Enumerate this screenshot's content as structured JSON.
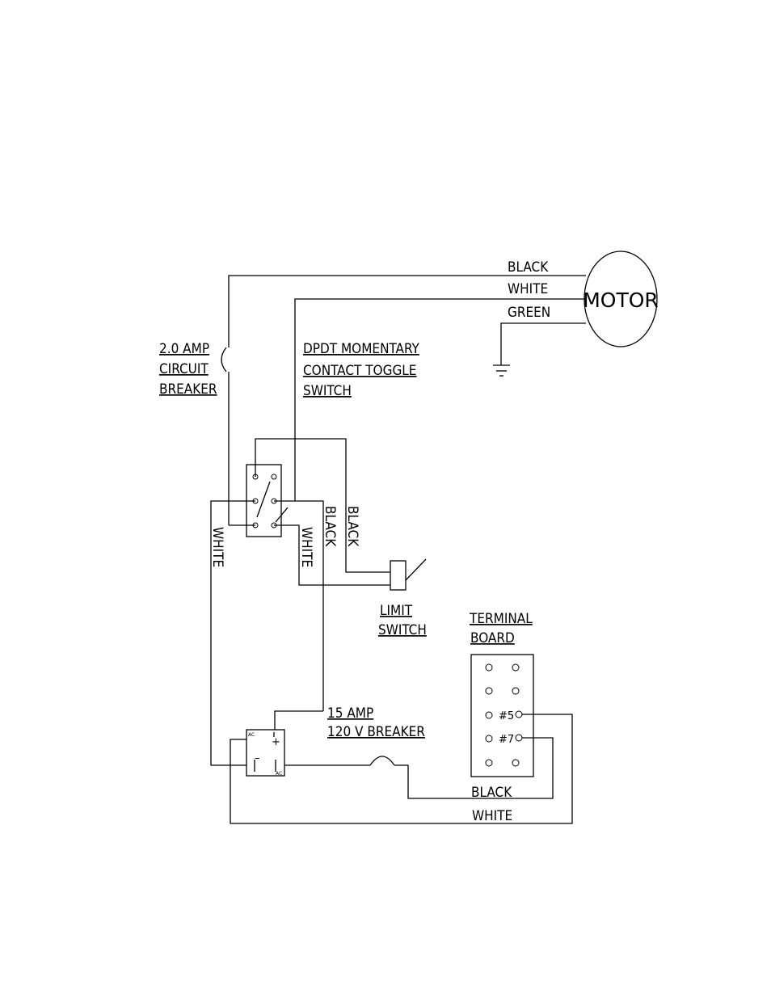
{
  "wires_top": {
    "black": "BLACK",
    "white": "WHITE",
    "green": "GREEN"
  },
  "motor": {
    "label": "MOTOR"
  },
  "circuit_breaker_2a": {
    "line1": "2.0 AMP",
    "line2": "CIRCUIT",
    "line3": "BREAKER"
  },
  "toggle_switch": {
    "line1": "DPDT MOMENTARY",
    "line2": "CONTACT TOGGLE",
    "line3": "SWITCH"
  },
  "vertical_wires": {
    "white_left": "WHITE",
    "white_mid": "WHITE",
    "black_a": "BLACK",
    "black_b": "BLACK"
  },
  "limit_switch": {
    "line1": "LIMIT",
    "line2": "SWITCH"
  },
  "terminal_board": {
    "line1": "TERMINAL",
    "line2": "BOARD",
    "terminal_5": "#5",
    "terminal_7": "#7"
  },
  "breaker_15a": {
    "line1": "15 AMP",
    "line2": "120 V BREAKER"
  },
  "rectifier": {
    "ac_top": "AC",
    "ac_bottom": "AC",
    "plus": "+",
    "minus": "–"
  },
  "wires_bottom": {
    "black": "BLACK",
    "white": "WHITE"
  }
}
